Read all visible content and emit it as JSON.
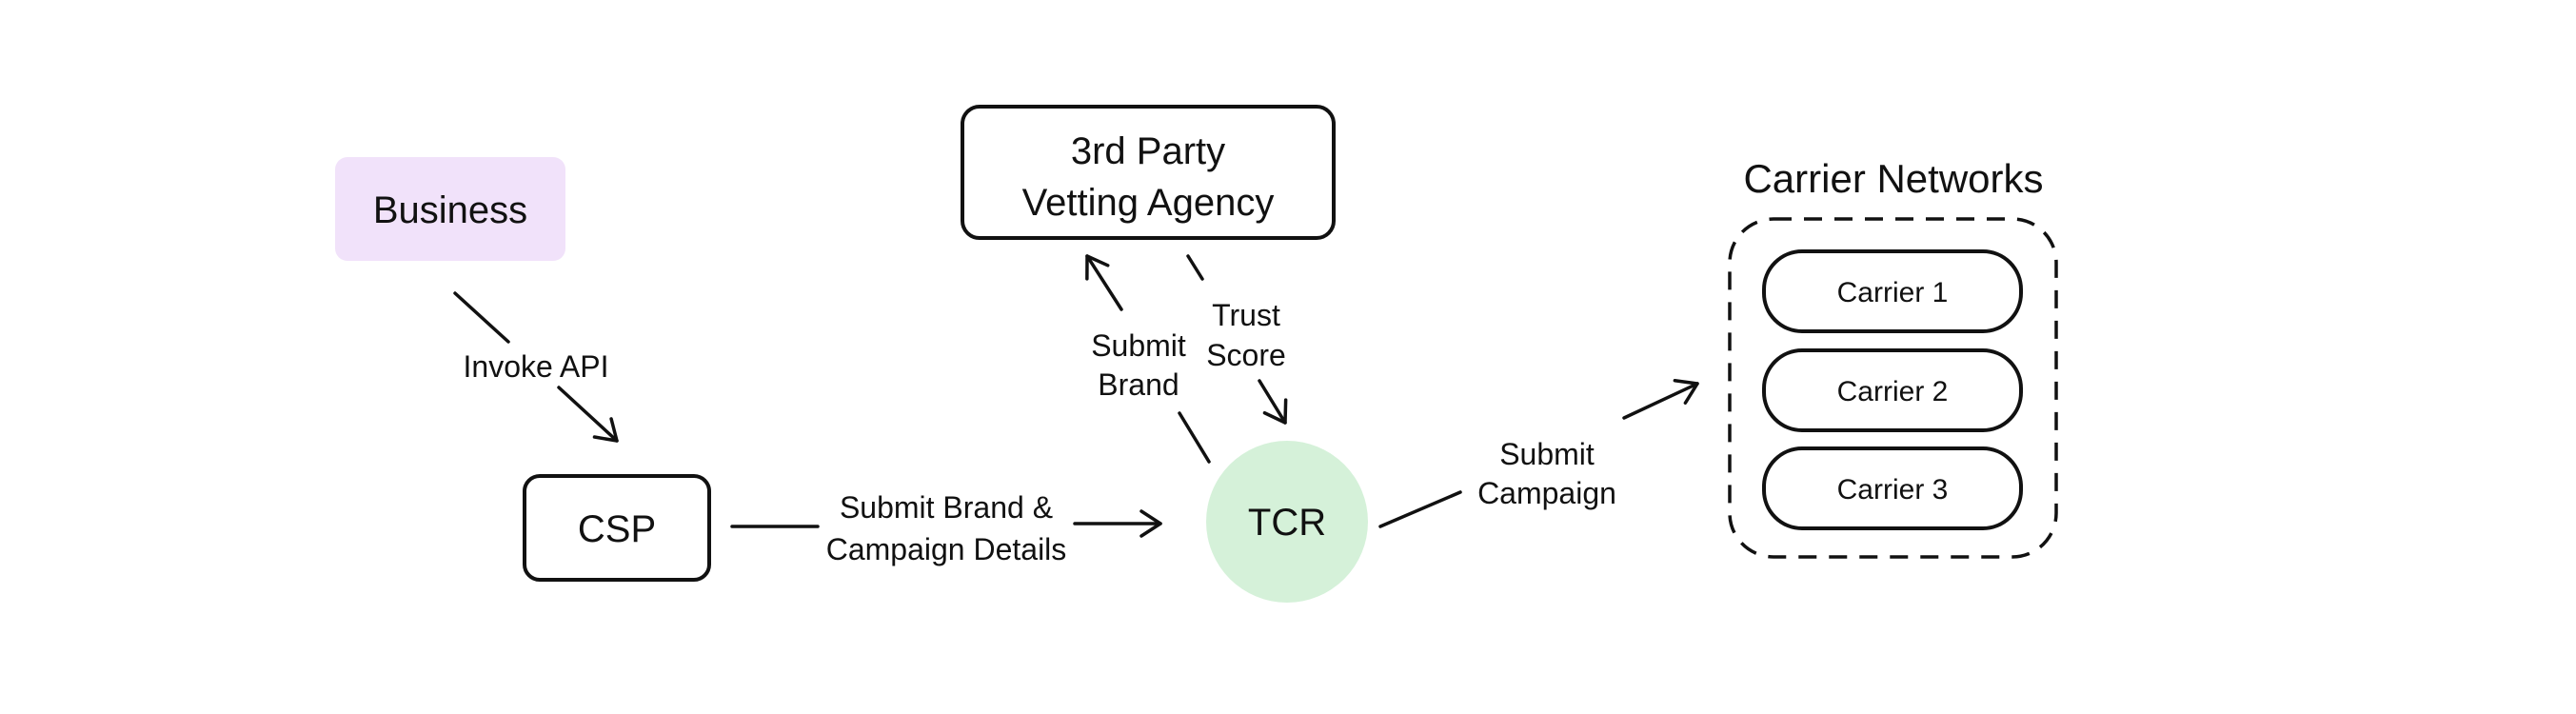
{
  "colors": {
    "background": "#ffffff",
    "business_fill": "#f1e2fa",
    "tcr_fill": "#d5f1d9",
    "node_fill": "#ffffff",
    "line": "#111111",
    "text": "#111111"
  },
  "nodes": {
    "business": {
      "label": "Business"
    },
    "csp": {
      "label": "CSP"
    },
    "tcr": {
      "label": "TCR"
    },
    "vetting_agency": {
      "line1": "3rd Party",
      "line2": "Vetting Agency"
    },
    "carrier_networks": {
      "title": "Carrier Networks",
      "carriers": [
        {
          "label": "Carrier 1"
        },
        {
          "label": "Carrier 2"
        },
        {
          "label": "Carrier 3"
        }
      ]
    }
  },
  "edges": {
    "invoke_api": {
      "label": "Invoke API"
    },
    "submit_brand_campaign": {
      "line1": "Submit Brand &",
      "line2": "Campaign Details"
    },
    "submit_brand": {
      "line1": "Submit",
      "line2": "Brand"
    },
    "trust_score": {
      "line1": "Trust",
      "line2": "Score"
    },
    "submit_campaign": {
      "line1": "Submit",
      "line2": "Campaign"
    }
  }
}
